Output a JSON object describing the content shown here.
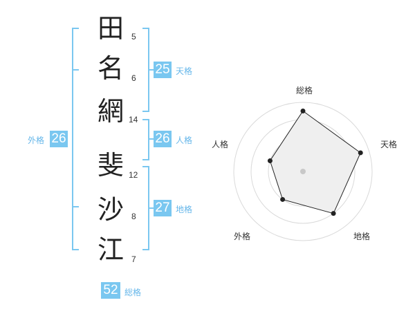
{
  "name": {
    "chars": [
      {
        "char": "田",
        "strokes": "5"
      },
      {
        "char": "名",
        "strokes": "6"
      },
      {
        "char": "網",
        "strokes": "14"
      },
      {
        "char": "斐",
        "strokes": "12"
      },
      {
        "char": "沙",
        "strokes": "8"
      },
      {
        "char": "江",
        "strokes": "7"
      }
    ]
  },
  "kakusu": {
    "tenkaku": {
      "value": "25",
      "label": "天格"
    },
    "jinkaku": {
      "value": "26",
      "label": "人格"
    },
    "chikaku": {
      "value": "27",
      "label": "地格"
    },
    "gaikaku": {
      "value": "26",
      "label": "外格"
    },
    "soukaku": {
      "value": "52",
      "label": "総格"
    }
  },
  "colors": {
    "accent": "#7ac7f0",
    "accent_text": "#66b7ea",
    "polygon_fill": "#efefef",
    "ring": "#d9d9d9"
  },
  "chart_data": {
    "type": "radar",
    "axes": [
      "総格",
      "天格",
      "地格",
      "外格",
      "人格"
    ],
    "rings": 4,
    "values": [
      3.5,
      3.5,
      3.0,
      2.0,
      2.0
    ],
    "max": 4
  }
}
